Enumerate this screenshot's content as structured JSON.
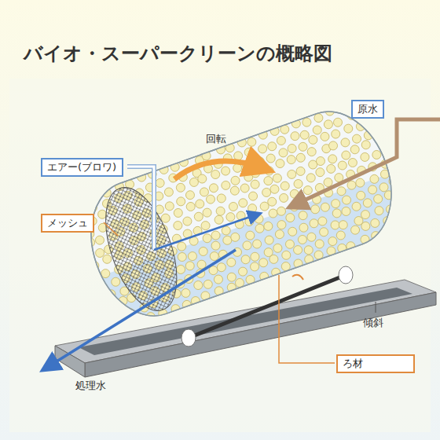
{
  "diagram": {
    "title": "バイオ・スーパークリーンの概略図",
    "nodes": [
      {
        "text": [
          "原水"
        ]
      },
      {
        "text": [
          "エアー(ブロワ)"
        ]
      },
      {
        "text": [
          "メッシュ"
        ]
      },
      {
        "text": [
          "ろ材"
        ]
      }
    ],
    "labels": [
      "回転",
      "傾斜",
      "処理水"
    ]
  }
}
